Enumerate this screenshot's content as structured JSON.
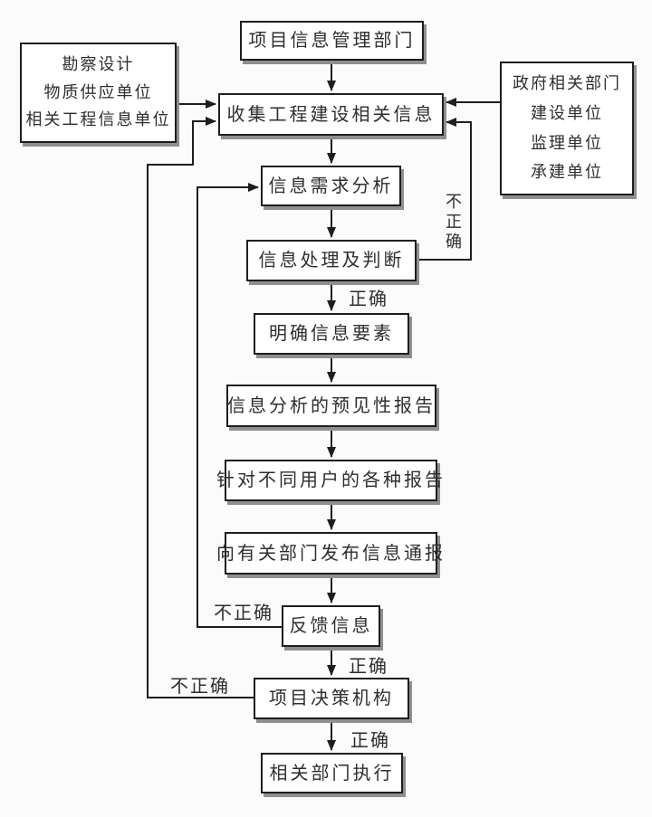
{
  "diagram": {
    "nodes": {
      "project_info_dept": "项目信息管理部门",
      "left_sources": {
        "lines": [
          "勘察设计",
          "物质供应单位",
          "相关工程信息单位"
        ]
      },
      "right_sources": {
        "lines": [
          "政府相关部门",
          "建设单位",
          "监理单位",
          "承建单位"
        ]
      },
      "collect_info": "收集工程建设相关信息",
      "demand_analysis": "信息需求分析",
      "process_judge": "信息处理及判断",
      "clarify_elements": "明确信息要素",
      "predictive_report": "信息分析的预见性报告",
      "user_reports": "针对不同用户的各种报告",
      "publish_bulletin": "向有关部门发布信息通报",
      "feedback_info": "反馈信息",
      "decision_body": "项目决策机构",
      "dept_execute": "相关部门执行"
    },
    "edge_labels": {
      "process_correct": "正确",
      "feedback_correct": "正确",
      "decision_correct": "正确",
      "process_incorrect": "不正确",
      "feedback_incorrect": "不正确",
      "decision_incorrect": "不正确"
    },
    "colors": {
      "line": "#1e1e1e",
      "box_border": "#1e1e1e",
      "box_fill": "#ffffff",
      "shadow": "#8f8f8f",
      "background": "#fcfbfb",
      "text": "#2e2e2e"
    }
  }
}
